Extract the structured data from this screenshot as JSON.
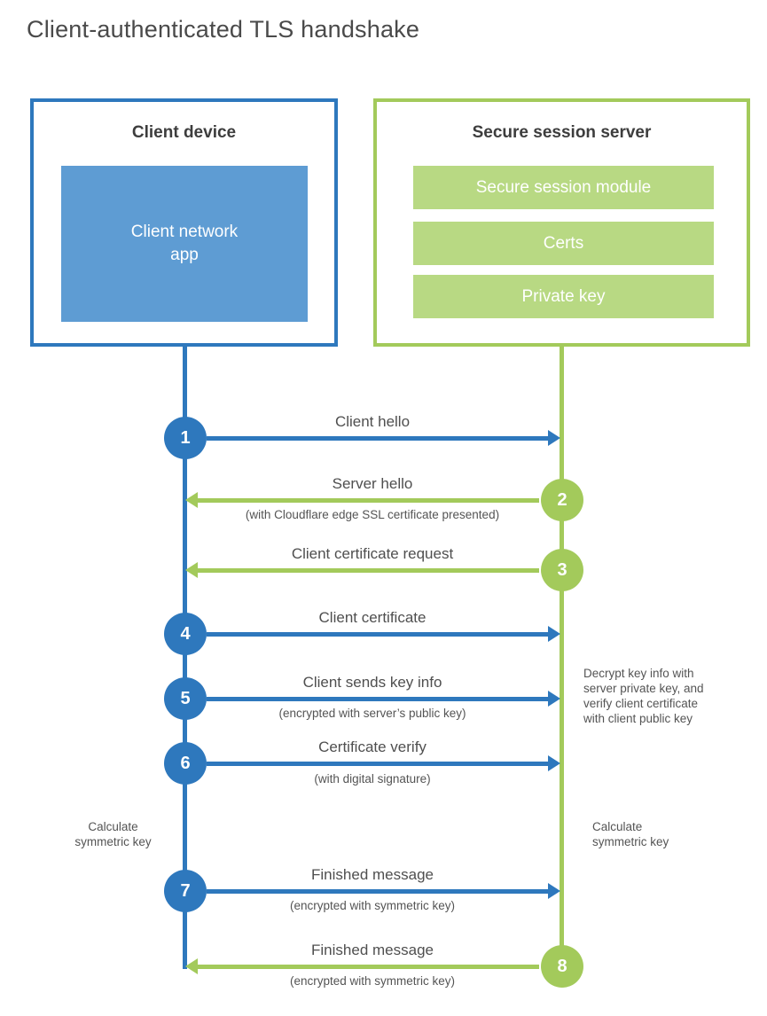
{
  "title": "Client-authenticated TLS handshake",
  "client_box": {
    "title": "Client device",
    "app_label": "Client network\napp"
  },
  "server_box": {
    "title": "Secure session server",
    "modules": [
      "Secure session module",
      "Certs",
      "Private key"
    ]
  },
  "steps": [
    {
      "num": "1",
      "label": "Client hello",
      "sub": "",
      "from": "client",
      "to": "server"
    },
    {
      "num": "2",
      "label": "Server hello",
      "sub": "(with Cloudflare edge SSL certificate presented)",
      "from": "server",
      "to": "client"
    },
    {
      "num": "3",
      "label": "Client certificate request",
      "sub": "",
      "from": "server",
      "to": "client"
    },
    {
      "num": "4",
      "label": "Client certificate",
      "sub": "",
      "from": "client",
      "to": "server"
    },
    {
      "num": "5",
      "label": "Client sends key info",
      "sub": "(encrypted with server’s public key)",
      "from": "client",
      "to": "server"
    },
    {
      "num": "6",
      "label": "Certificate verify",
      "sub": "(with digital signature)",
      "from": "client",
      "to": "server"
    },
    {
      "num": "7",
      "label": "Finished message",
      "sub": "(encrypted with symmetric key)",
      "from": "client",
      "to": "server"
    },
    {
      "num": "8",
      "label": "Finished message",
      "sub": "(encrypted with symmetric key)",
      "from": "server",
      "to": "client"
    }
  ],
  "annotations": {
    "decrypt_note": "Decrypt key info with\nserver private key, and\nverify client certificate\nwith client public key",
    "calculate_left": "Calculate\nsymmetric key",
    "calculate_right": "Calculate\nsymmetric key"
  },
  "colors": {
    "client_blue": "#2e78bd",
    "client_blue_fill": "#5e9cd3",
    "server_green": "#a3ca5b",
    "server_green_fill": "#b8d983"
  }
}
